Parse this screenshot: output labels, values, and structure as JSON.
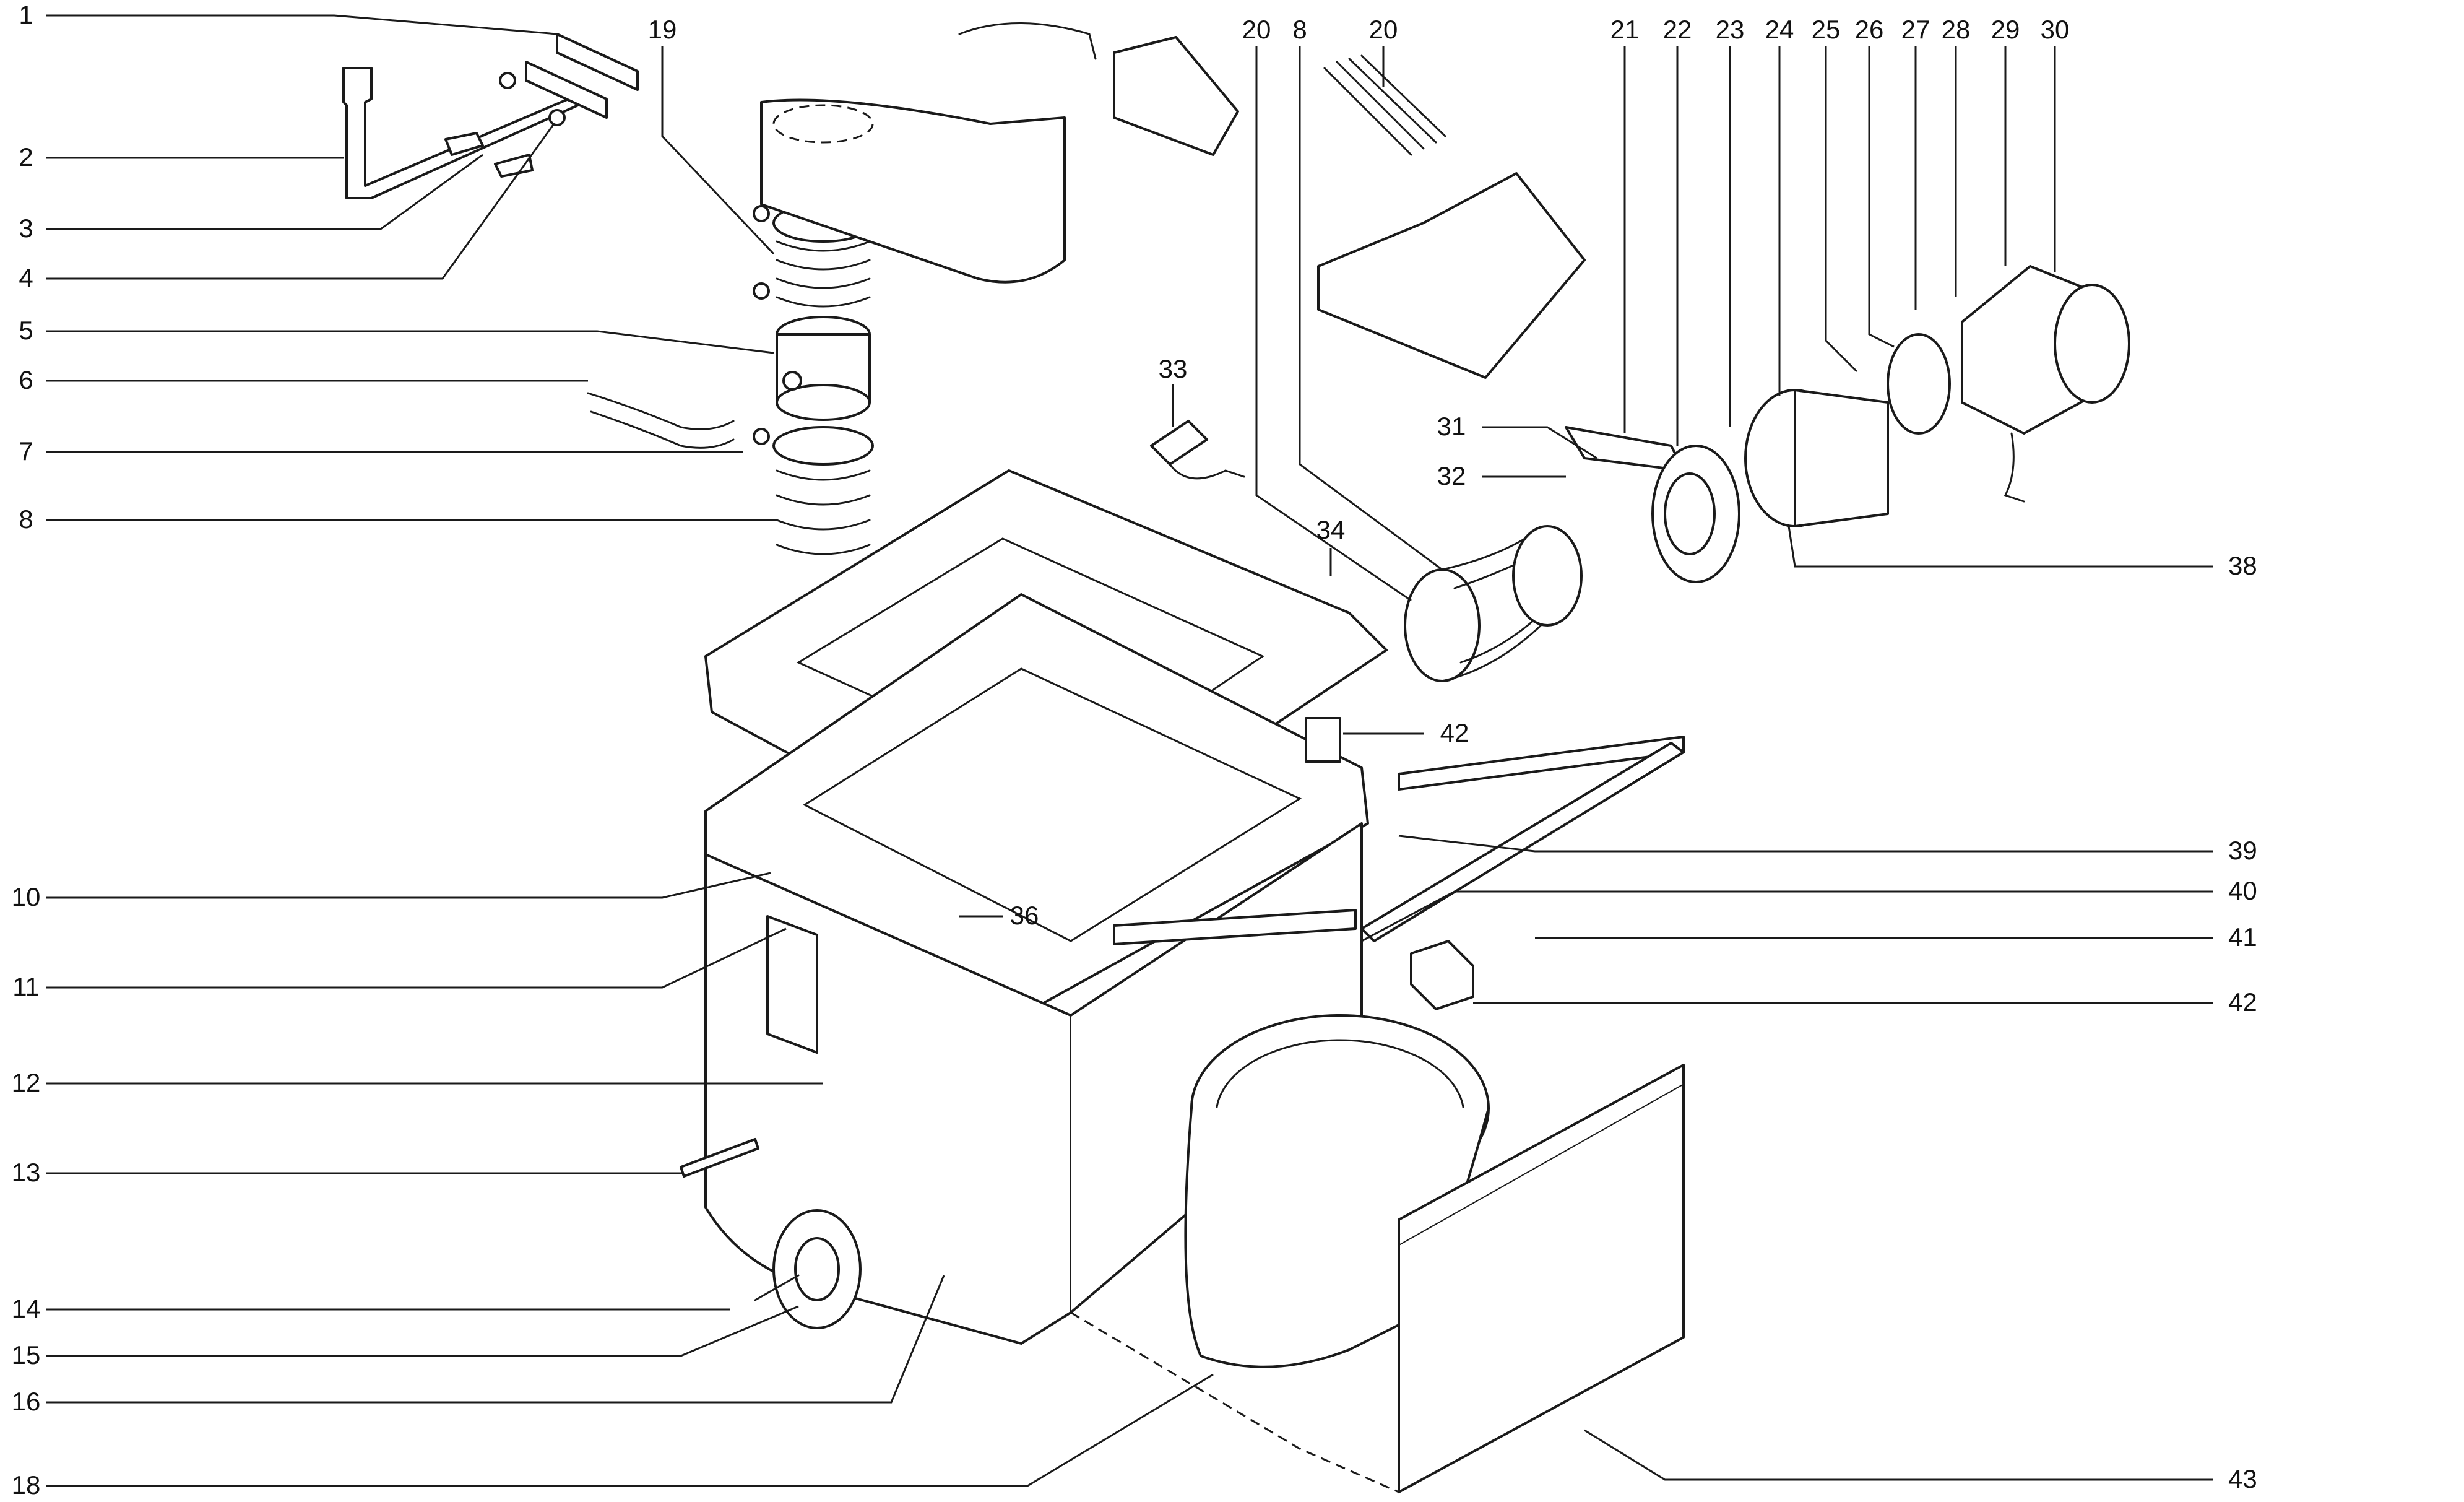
{
  "diagram": {
    "type": "exploded parts diagram",
    "callouts_left": [
      "1",
      "2",
      "3",
      "4",
      "5",
      "6",
      "7",
      "8",
      "10",
      "11",
      "12",
      "13",
      "14",
      "15",
      "16",
      "18"
    ],
    "callouts_top": [
      "19",
      "20",
      "8",
      "20",
      "21",
      "22",
      "23",
      "24",
      "25",
      "26",
      "27",
      "28",
      "29",
      "30"
    ],
    "callouts_right": [
      "38",
      "39",
      "40",
      "41",
      "42",
      "43"
    ],
    "callouts_inline": [
      "31",
      "32",
      "33",
      "34",
      "36",
      "42"
    ]
  }
}
